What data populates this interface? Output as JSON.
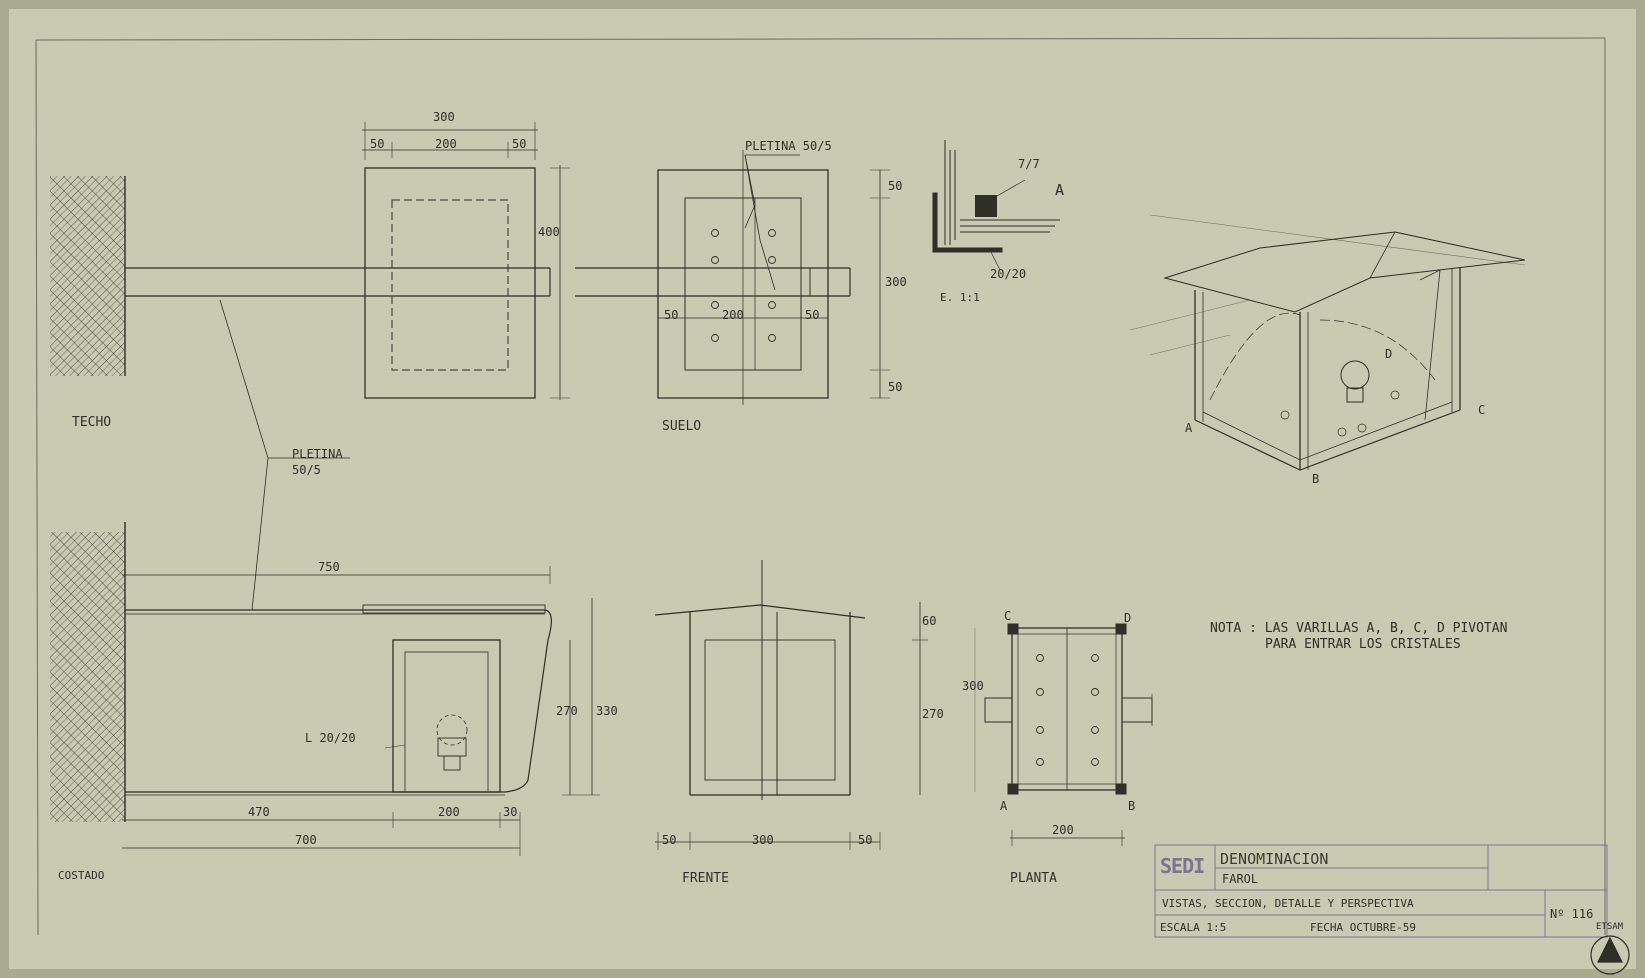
{
  "colors": {
    "paper": "#c9cab2",
    "ink": "#2d2f28",
    "faint": "#6a6c5e",
    "stamp": "#7a7592"
  },
  "views": {
    "techo": "TECHO",
    "suelo": "SUELO",
    "costado": "COSTADO",
    "frente": "FRENTE",
    "planta": "PLANTA",
    "detail_scale": "E. 1:1"
  },
  "dims": {
    "techo_300": "300",
    "techo_50a": "50",
    "techo_200": "200",
    "techo_50b": "50",
    "techo_400": "400",
    "suelo_50_top": "50",
    "suelo_300": "300",
    "suelo_50_bot": "50",
    "suelo_50a": "50",
    "suelo_200": "200",
    "suelo_50b": "50",
    "costado_750": "750",
    "costado_270": "270",
    "costado_330": "330",
    "costado_470": "470",
    "costado_200": "200",
    "costado_30": "30",
    "costado_700": "700",
    "frente_50a": "50",
    "frente_300": "300",
    "frente_50b": "50",
    "frente_60": "60",
    "frente_270": "270",
    "planta_300": "300",
    "planta_200": "200",
    "detail_77": "7/7",
    "detail_2020": "20/20"
  },
  "labels": {
    "pletina_top": "PLETINA 50/5",
    "pletina_mid_a": "PLETINA",
    "pletina_mid_b": "50/5",
    "l2020": "L 20/20",
    "detail_a": "A",
    "persp_a": "A",
    "persp_b": "B",
    "persp_c": "C",
    "persp_d": "D",
    "planta_a": "A",
    "planta_b": "B",
    "planta_c": "C",
    "planta_d": "D"
  },
  "note": {
    "line1": "NOTA : LAS VARILLAS A, B, C, D PIVOTAN",
    "line2": "PARA ENTRAR LOS CRISTALES"
  },
  "title_block": {
    "logo": "SEDI",
    "denominacion_label": "DENOMINACION",
    "denominacion_value": "FAROL",
    "description": "VISTAS, SECCION, DETALLE Y PERSPECTIVA",
    "escala": "ESCALA 1:5",
    "fecha": "FECHA OCTUBRE-59",
    "numero": "Nº 116"
  },
  "stamp": {
    "text": "ETSAM"
  }
}
